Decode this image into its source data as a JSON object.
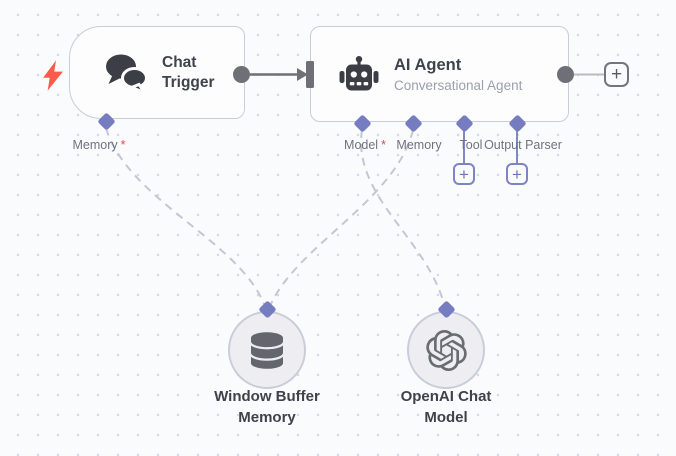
{
  "workflow": {
    "nodes": {
      "chat_trigger": {
        "title": "Chat Trigger",
        "icon": "chat-bubbles-icon"
      },
      "ai_agent": {
        "title": "AI Agent",
        "subtitle": "Conversational Agent",
        "icon": "robot-icon"
      },
      "window_buffer_memory": {
        "label": "Window Buffer Memory",
        "icon": "database-icon"
      },
      "openai_chat_model": {
        "label": "OpenAI Chat Model",
        "icon": "openai-icon"
      }
    },
    "ports": {
      "chat_memory": {
        "label": "Memory",
        "required_marker": "*"
      },
      "agent_model": {
        "label": "Model",
        "required_marker": "*"
      },
      "agent_memory": {
        "label": "Memory"
      },
      "agent_tool": {
        "label": "Tool"
      },
      "agent_output_parser": {
        "label": "Output Parser"
      }
    },
    "buttons": {
      "plus": "+"
    },
    "colors": {
      "accent_purple": "#767cc0",
      "connector_gray": "#6d7076",
      "dashed_wire": "#c3c7d2",
      "trigger_bolt": "#fd5c4c",
      "required_red": "#e4484f",
      "node_border": "#c8cdd8",
      "canvas_bg": "#fafbfd"
    }
  }
}
